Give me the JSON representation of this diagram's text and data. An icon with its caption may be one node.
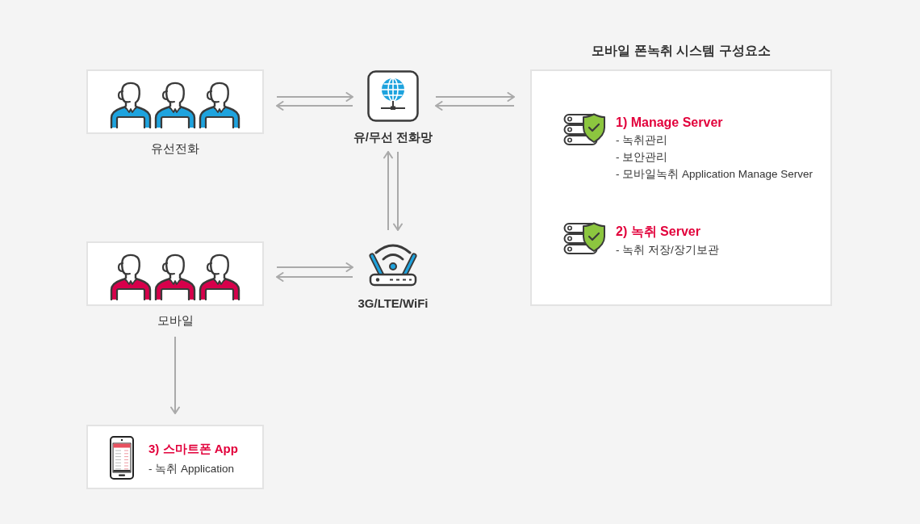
{
  "diagram": {
    "nodes": [
      {
        "text": [
          "유선전화"
        ]
      },
      {
        "text": [
          "유/무선 전화망"
        ]
      },
      {
        "text": [
          "모바일 폰녹취 시스템 구성요소",
          "1) Manage Server",
          "- 녹취관리",
          "- 보안관리",
          "- 모바일녹취 Application Manage Server",
          "2) 녹취 Server",
          "- 녹취 저장/장기보관"
        ]
      },
      {
        "text": [
          "모바일"
        ]
      },
      {
        "text": [
          "3G/LTE/WiFi"
        ]
      },
      {
        "text": [
          "3) 스마트폰 App",
          "- 녹취 Application"
        ]
      }
    ],
    "edges": [
      {
        "from": 0,
        "to": 1,
        "arrow": "to"
      },
      {
        "from": 1,
        "to": 0,
        "arrow": "to"
      },
      {
        "from": 1,
        "to": 2,
        "arrow": "to"
      },
      {
        "from": 2,
        "to": 1,
        "arrow": "to"
      },
      {
        "from": 4,
        "to": 1,
        "arrow": "to"
      },
      {
        "from": 1,
        "to": 4,
        "arrow": "to"
      },
      {
        "from": 3,
        "to": 4,
        "arrow": "to"
      },
      {
        "from": 4,
        "to": 3,
        "arrow": "to"
      },
      {
        "from": 3,
        "to": 5,
        "arrow": "to"
      }
    ]
  }
}
